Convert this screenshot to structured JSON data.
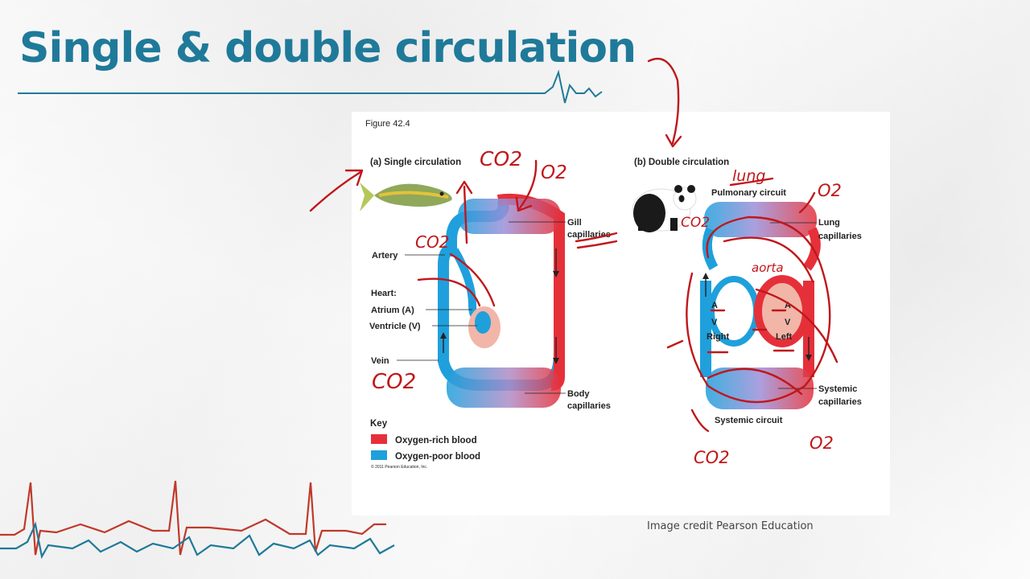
{
  "slide": {
    "title": "Single & double circulation",
    "credit": "Image credit Pearson Education"
  },
  "figure": {
    "label": "Figure 42.4",
    "copyright": "© 2011 Pearson Education, Inc.",
    "single": {
      "heading": "(a) Single circulation",
      "gill_capillaries": [
        "Gill",
        "capillaries"
      ],
      "artery": "Artery",
      "heart": "Heart:",
      "atrium": "Atrium (A)",
      "ventricle": "Ventricle (V)",
      "vein": "Vein",
      "body_capillaries": [
        "Body",
        "capillaries"
      ]
    },
    "double": {
      "heading": "(b) Double circulation",
      "pulmonary_circuit": "Pulmonary circuit",
      "lung_capillaries": [
        "Lung",
        "capillaries"
      ],
      "atrium_letter": "A",
      "ventricle_letter": "V",
      "right": "Right",
      "left": "Left",
      "systemic_capillaries": [
        "Systemic",
        "capillaries"
      ],
      "systemic_circuit": "Systemic circuit"
    },
    "key": {
      "title": "Key",
      "items": [
        {
          "label": "Oxygen-rich blood",
          "color": "#e5303a"
        },
        {
          "label": "Oxygen-poor blood",
          "color": "#1fa0dc"
        }
      ]
    }
  },
  "annotations": {
    "co2": "CO2",
    "o2": "O2",
    "lung": "lung",
    "aorta": "aorta"
  },
  "colors": {
    "title": "#1f7a99",
    "ink": "#c0171a",
    "oxygen_rich": "#e5303a",
    "oxygen_poor": "#1fa0dc",
    "ekg_red": "#c0392b",
    "ekg_blue": "#1f7a99"
  }
}
